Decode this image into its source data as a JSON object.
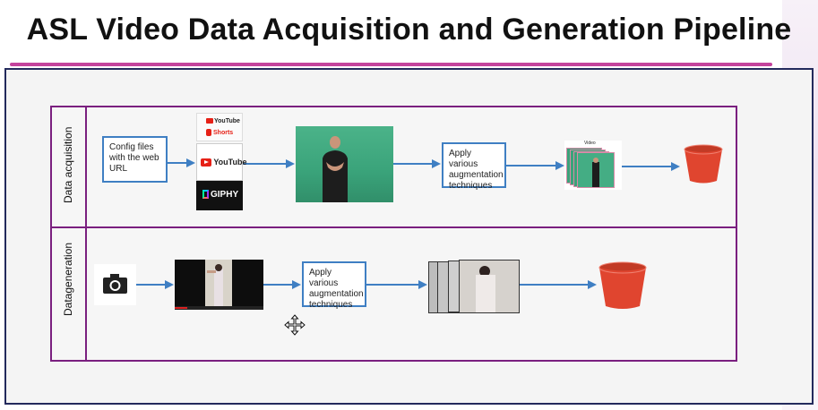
{
  "title": "ASL Video Data Acquisition and Generation Pipeline",
  "lanes": {
    "acquisition": {
      "label": "Data acquisition",
      "config_box": "Config files with the web URL",
      "augment_box": "Apply various augmentation techniques",
      "logos": {
        "shorts_top": "YouTube",
        "shorts_bottom": "Shorts",
        "youtube": "YouTube",
        "giphy": "GIPHY"
      },
      "stack_caption": "Video"
    },
    "generation": {
      "label": "Datageneration",
      "augment_box": "Apply various augmentation techniques"
    }
  },
  "colors": {
    "accent_line": "#c4439c",
    "lane_border": "#7a1f7f",
    "box_border": "#3f7fc3",
    "arrow": "#3f7fc3",
    "bucket": "#e0452f",
    "green_screen": "#3aa37a"
  },
  "icons": [
    "camera-icon",
    "bucket-icon",
    "move-cursor-icon"
  ]
}
